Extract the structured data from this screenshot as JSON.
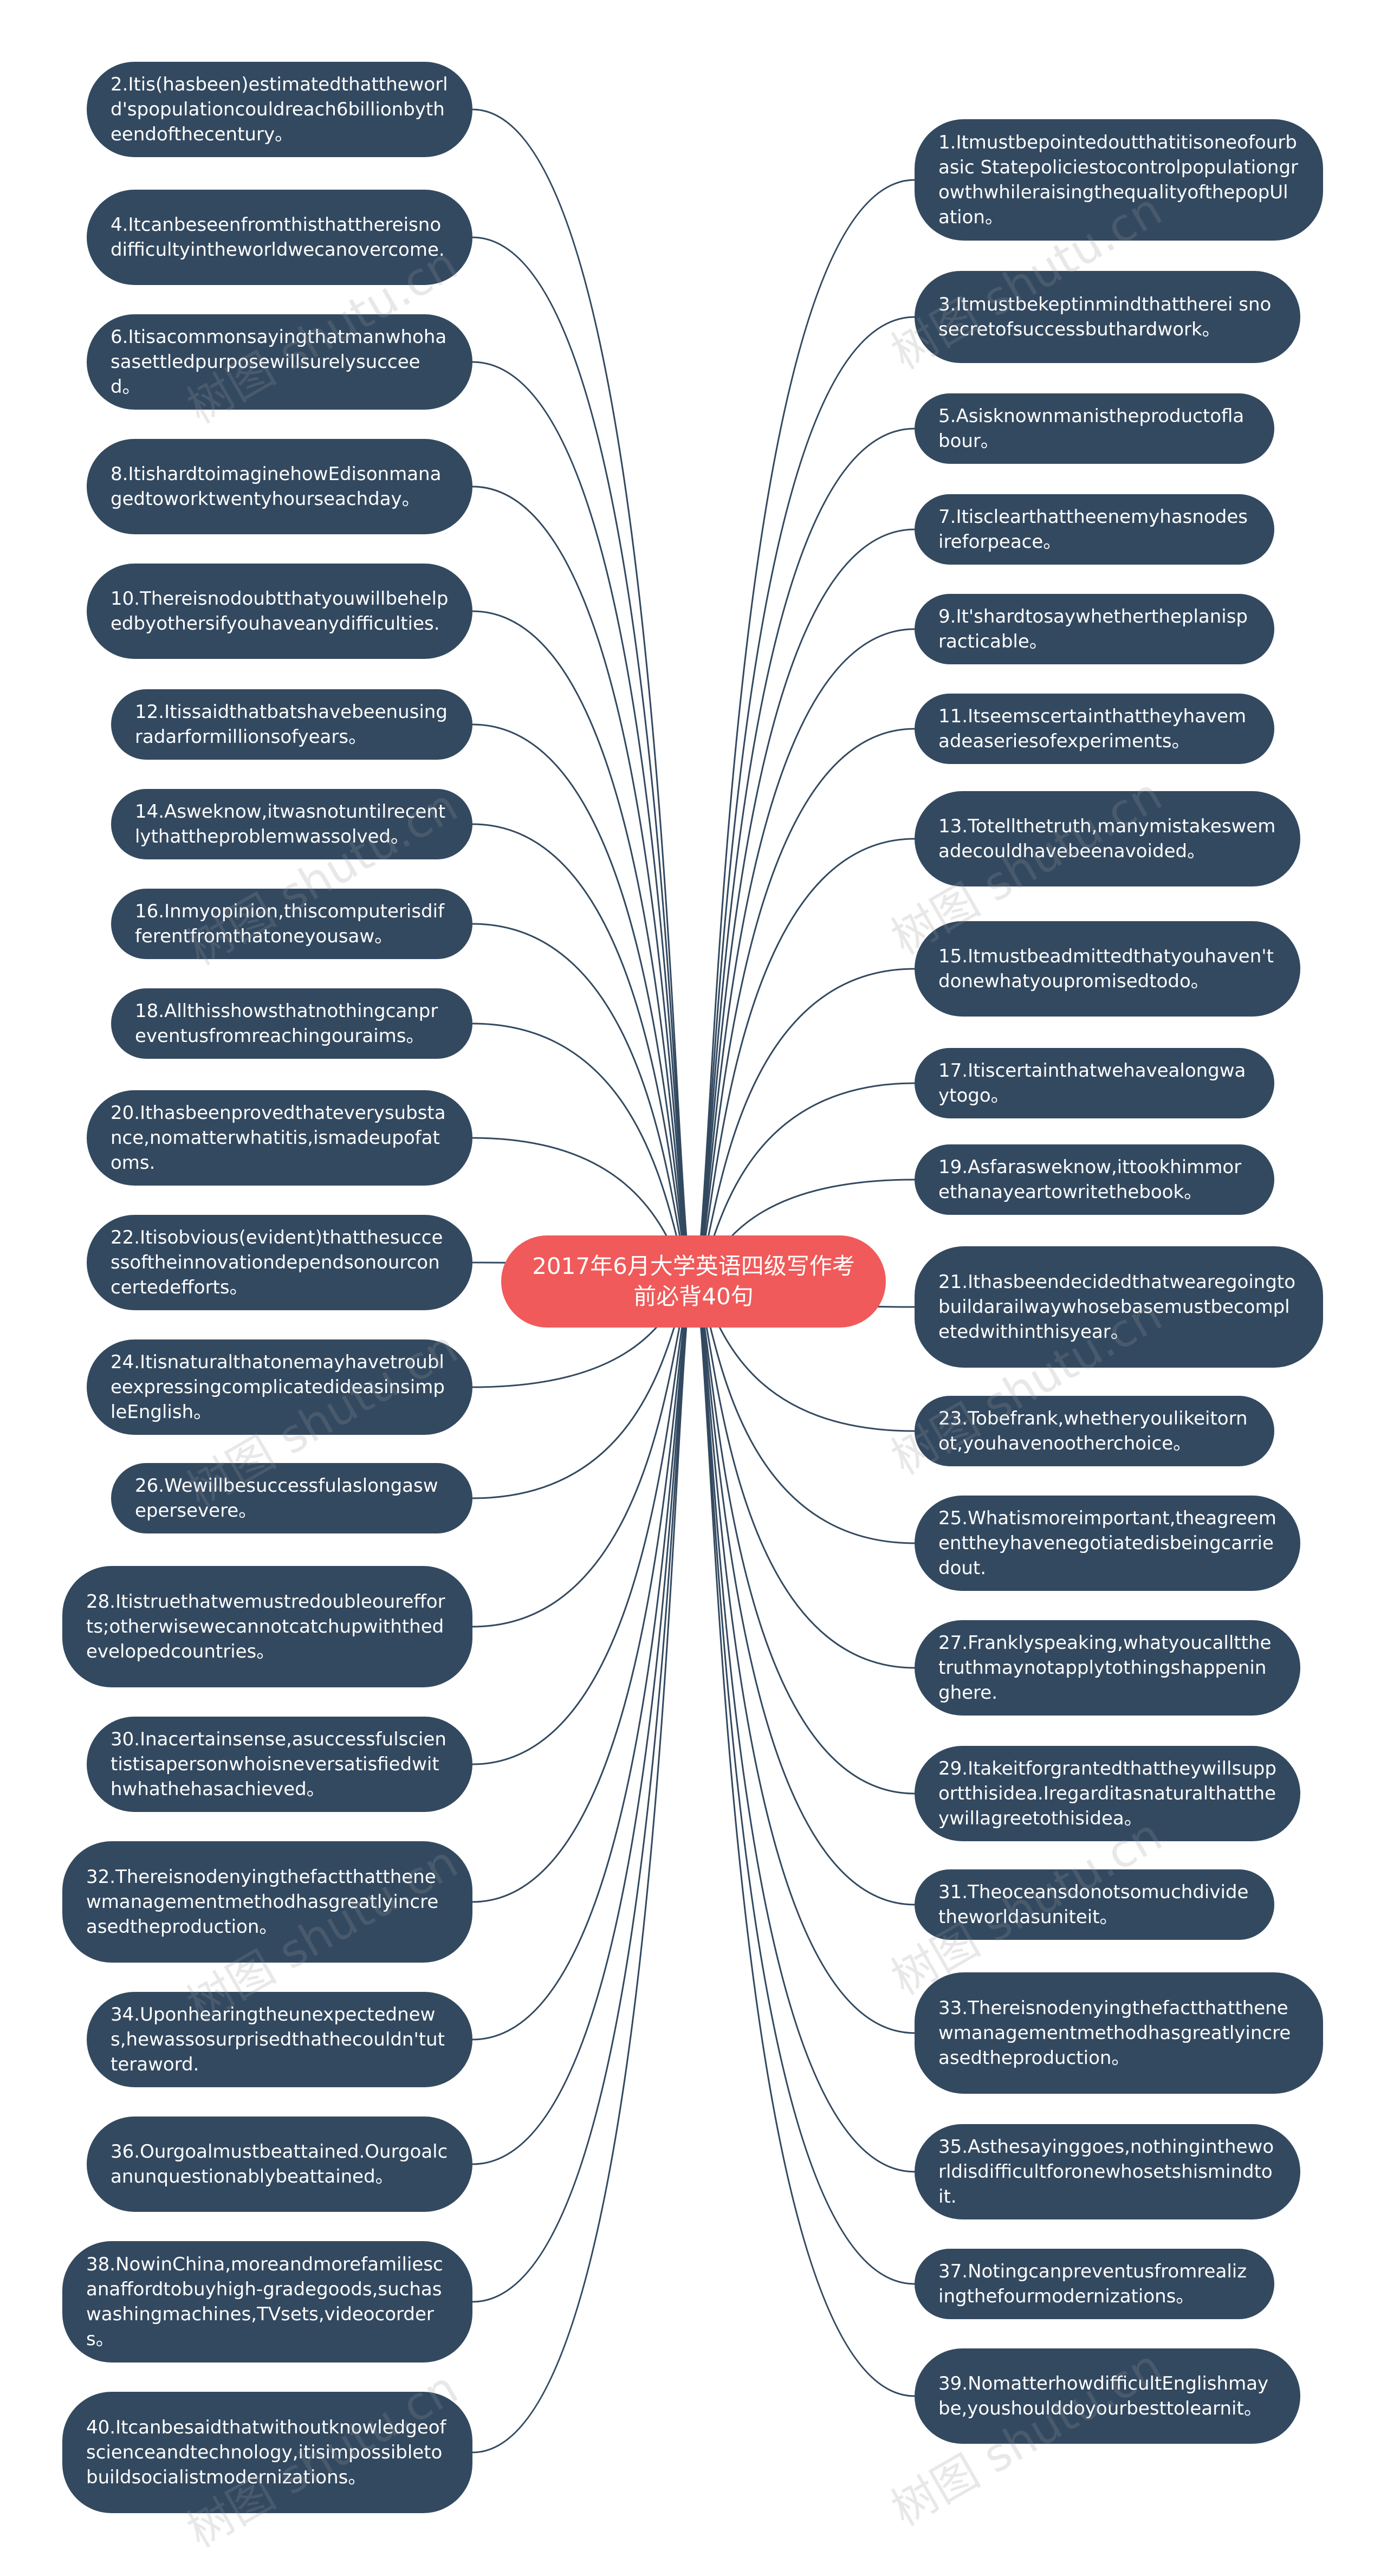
{
  "center": {
    "label": "2017年6月大学英语四级写作考前必背40句"
  },
  "watermark": "树图 shutu.cn",
  "colors": {
    "node": "#334960",
    "center": "#f05a5a",
    "link": "#334960",
    "background": "#ffffff"
  },
  "nodes": [
    {
      "n": 1,
      "text": "1.Itmustbepointedoutthatitisoneofourbasic StatepoliciestocontrolpopulationgrowthwhileraisingthequalityofthepopUlation。"
    },
    {
      "n": 2,
      "text": "2.Itis(hasbeen)estimatedthattheworld'spopulationcouldreach6billionbytheendofthecentury。"
    },
    {
      "n": 3,
      "text": "3.Itmustbekeptinmindthattherei snosecretofsuccessbuthardwork。"
    },
    {
      "n": 4,
      "text": "4.Itcanbeseenfromthisthatthereisnodifficultyintheworldwecanovercome."
    },
    {
      "n": 5,
      "text": "5.Asisknownmanistheproductoflabour。"
    },
    {
      "n": 6,
      "text": "6.Itisacommonsayingthatmanwhohasasettledpurposewillsurelysucceed。"
    },
    {
      "n": 7,
      "text": "7.Itisclearthattheenemyhasnodesireforpeace。"
    },
    {
      "n": 8,
      "text": "8.ItishardtoimaginehowEdisonmanagedtoworktwentyhourseachday。"
    },
    {
      "n": 9,
      "text": "9.It'shardtosaywhethertheplanispracticable。"
    },
    {
      "n": 10,
      "text": "10.Thereisnodoubtthatyouwillbehelpedbyothersifyouhaveanydifficulties."
    },
    {
      "n": 11,
      "text": "11.Itseemscertainthattheyhavemadeaseriesofexperiments。"
    },
    {
      "n": 12,
      "text": "12.Itissaidthatbatshavebeenusingradarformillionsofyears。"
    },
    {
      "n": 13,
      "text": "13.Totellthetruth,manymistakeswemadecouldhavebeenavoided。"
    },
    {
      "n": 14,
      "text": "14.Asweknow,itwasnotuntilrecentlythattheproblemwassolved。"
    },
    {
      "n": 15,
      "text": "15.Itmustbeadmittedthatyouhaven'tdonewhatyoupromisedtodo。"
    },
    {
      "n": 16,
      "text": "16.Inmyopinion,thiscomputerisdifferentfromthatoneyousaw。"
    },
    {
      "n": 17,
      "text": "17.Itiscertainthatwehavealongwaytogo。"
    },
    {
      "n": 18,
      "text": "18.Allthisshowsthatnothingcanpreventusfromreachingouraims。"
    },
    {
      "n": 19,
      "text": "19.Asfarasweknow,ittookhimmorethanayeartowritethebook。"
    },
    {
      "n": 20,
      "text": "20.Ithasbeenprovedthateverysubstance,nomatterwhatitis,ismadeupofatoms."
    },
    {
      "n": 21,
      "text": "21.Ithasbeendecidedthatwearegoingtobuildarailwaywhosebasemustbecompletedwithinthisyear。"
    },
    {
      "n": 22,
      "text": "22.Itisobvious(evident)thatthesuccessoftheinnovationdependsonourconcertedefforts。"
    },
    {
      "n": 23,
      "text": "23.Tobefrank,whetheryoulikeitornot,youhavenootherchoice。"
    },
    {
      "n": 24,
      "text": "24.ItisnaturalthatonemayhavetroubleexpressingcomplicatedideasinsimpleEnglish。"
    },
    {
      "n": 25,
      "text": "25.Whatismoreimportant,theagreementtheyhavenegotiatedisbeingcarriedout."
    },
    {
      "n": 26,
      "text": "26.Wewillbesuccessfulaslongaswepersevere。"
    },
    {
      "n": 27,
      "text": "27.Franklyspeaking,whatyoucalltthetruthmaynotapplytothingshappeninghere."
    },
    {
      "n": 28,
      "text": "28.Itistruethatwemustredoubleourefforts;otherwisewecannotcatchupwiththedevelopedcountries。"
    },
    {
      "n": 29,
      "text": "29.Itakeitforgrantedthattheywillsupportthisidea.Iregarditasnaturalthattheywillagreetothisidea。"
    },
    {
      "n": 30,
      "text": "30.Inacertainsense,asuccessfulscientistisapersonwhoisneversatisfiedwithwhathehasachieved。"
    },
    {
      "n": 31,
      "text": "31.Theoceansdonotsomuchdividetheworldasuniteit。"
    },
    {
      "n": 32,
      "text": "32.Thereisnodenyingthefactthatthenewmanagementmethodhasgreatlyincreasedtheproduction。"
    },
    {
      "n": 33,
      "text": "33.Thereisnodenyingthefactthatthenewmanagementmethodhasgreatlyincreasedtheproduction。"
    },
    {
      "n": 34,
      "text": "34.Uponhearingtheunexpectednews,hewassosurprisedthathecouldn'tutteraword."
    },
    {
      "n": 35,
      "text": "35.Asthesayinggoes,nothingintheworldisdifficultforonewhosetshismindtoit."
    },
    {
      "n": 36,
      "text": "36.Ourgoalmustbeattained.Ourgoalcanunquestionablybeattained。"
    },
    {
      "n": 37,
      "text": "37.Notingcanpreventusfromrealizingthefourmodernizations。"
    },
    {
      "n": 38,
      "text": "38.NowinChina,moreandmorefamiliescanaffordtobuyhigh-gradegoods,suchaswashingmachines,TVsets,videocorders。"
    },
    {
      "n": 39,
      "text": "39.NomatterhowdifficultEnglishmaybe,youshoulddoyourbesttolearnit。"
    },
    {
      "n": 40,
      "text": "40.Itcanbesaidthatwithoutknowledgeofscienceandtechnology,itisimpossibletobuildsocialistmodernizations。"
    }
  ]
}
